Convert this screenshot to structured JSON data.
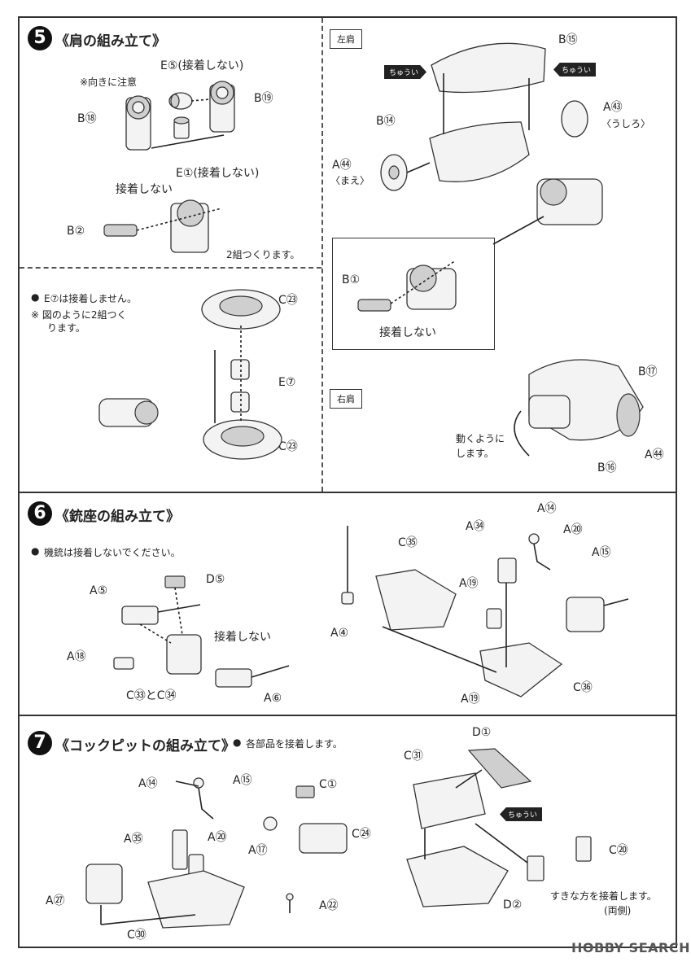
{
  "step5": {
    "number": "5",
    "title": "《肩の組み立て》",
    "note_direction": "※向きに注意",
    "label_e5": "E⑤(接着しない)",
    "label_b19": "B⑲",
    "label_b18": "B⑱",
    "label_e1": "E①(接着しない)",
    "label_no_glue": "接着しない",
    "label_b2": "B②",
    "note_two_sets": "2組つくります。",
    "note_e7_bullet": "●",
    "note_e7": "E⑦は接着しません。",
    "note_two_sets_fig": "※ 図のように2組つく",
    "note_two_sets_fig2": "ります。",
    "label_c23_top": "C㉓",
    "label_e7": "E⑦",
    "label_c23_bottom": "C㉓",
    "left_shoulder_tag": "左肩",
    "label_b15": "B⑮",
    "caution_left": "ちゅうい",
    "caution_right": "ちゅうい",
    "label_b14": "B⑭",
    "label_a43": "A㊸",
    "label_a43_back": "〈うしろ〉",
    "label_a44": "A㊹",
    "label_a44_front": "〈まえ〉",
    "label_b1": "B①",
    "label_inset_no_glue": "接着しない",
    "right_shoulder_tag": "右肩",
    "label_b17": "B⑰",
    "label_movable1": "動くように",
    "label_movable2": "します。",
    "label_a44_right": "A㊹",
    "label_b16": "B⑯"
  },
  "step6": {
    "number": "6",
    "title": "《銃座の組み立て》",
    "note_bullet": "●",
    "note": "機銃は接着しないでください。",
    "label_d5": "D⑤",
    "label_a5": "A⑤",
    "label_no_glue": "接着しない",
    "label_a18": "A⑱",
    "label_c33_c34": "C㉝とC㉞",
    "label_a6": "A⑥",
    "label_c35": "C㉟",
    "label_a34": "A㉞",
    "label_a14": "A⑭",
    "label_a20": "A⑳",
    "label_a15": "A⑮",
    "label_a19_top": "A⑲",
    "label_a4": "A④",
    "label_c36": "C㊱",
    "label_a19_bottom": "A⑲"
  },
  "step7": {
    "number": "7",
    "title": "《コックピットの組み立て》",
    "note_bullet": "●",
    "note": "各部品を接着します。",
    "label_a14": "A⑭",
    "label_a15": "A⑮",
    "label_c1": "C①",
    "label_a35": "A㉟",
    "label_a20": "A⑳",
    "label_c24": "C㉔",
    "label_a17": "A⑰",
    "label_a27": "A㉗",
    "label_a22": "A㉒",
    "label_c30": "C㉚",
    "label_d1": "D①",
    "label_c31": "C㉛",
    "caution": "ちゅうい",
    "label_c20": "C⑳",
    "label_d2": "D②",
    "note_either1": "すきな方を接着します。",
    "note_either2": "(両側)"
  },
  "watermark": {
    "text": "HOBBY SEARCH"
  }
}
